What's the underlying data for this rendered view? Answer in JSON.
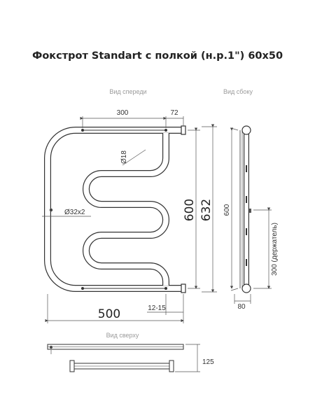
{
  "title": "Фокстрот Standart с полкой (н.р.1\") 60х50",
  "views": {
    "front": "Вид спереди",
    "side": "Вид сбоку",
    "top": "Вид сверху"
  },
  "dimensions": {
    "top_span": "300",
    "top_offset": "72",
    "inner_diameter": "18",
    "pipe_diameter": "32х2",
    "height_main": "600",
    "height_total": "632",
    "width": "500",
    "flange": "12-15",
    "side_height": "600",
    "holder": "300 (держатель)",
    "side_depth": "80",
    "top_depth": "125"
  }
}
